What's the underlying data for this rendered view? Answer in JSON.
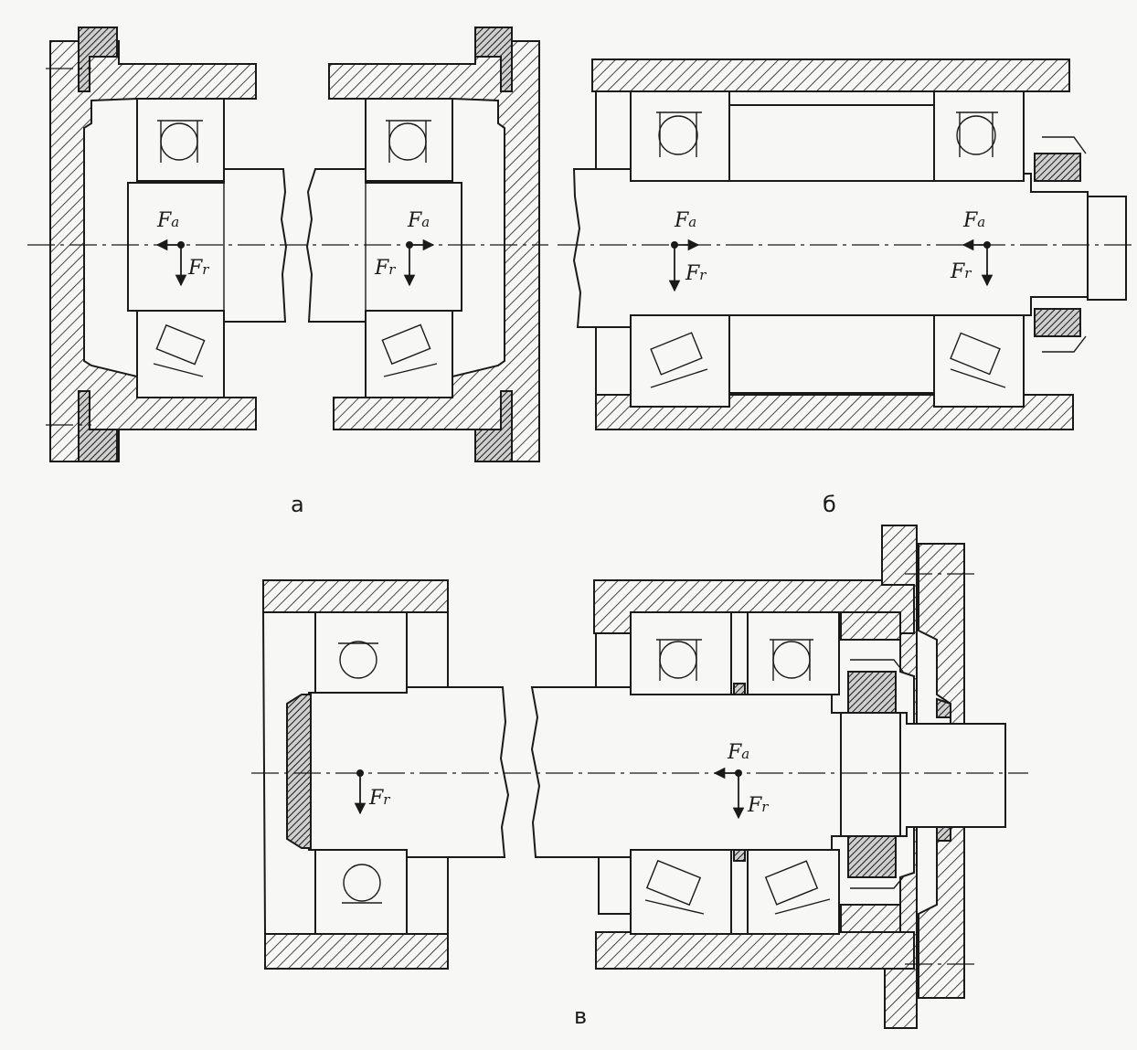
{
  "figure": {
    "panels": [
      {
        "id": "a",
        "caption": "а"
      },
      {
        "id": "b",
        "caption": "б"
      },
      {
        "id": "v",
        "caption": "в"
      }
    ],
    "force_labels": {
      "axial_main": "F",
      "axial_sub": "a",
      "radial_main": "F",
      "radial_sub": "r"
    }
  }
}
